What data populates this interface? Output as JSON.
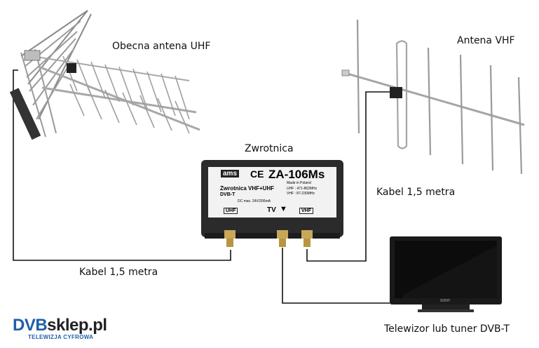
{
  "labels": {
    "uhf_antenna": "Obecna antena UHF",
    "vhf_antenna": "Antena VHF",
    "diplexer": "Zwrotnica",
    "cable_left": "Kabel 1,5 metra",
    "cable_right": "Kabel 1,5 metra",
    "tv": "Telewizor lub tuner DVB-T"
  },
  "diplexer_box": {
    "brand": "ams",
    "ce": "CE",
    "model": "ZA-106Ms",
    "made_in": "Made in Poland",
    "title": "Zwrotnica VHF+UHF",
    "uhf_range": "UHF : 471-862MHz",
    "vhf_range": "VHF : 87-230MHz",
    "subtitle": "DVB-T",
    "dc_note": "DC max. 24V/200mA",
    "port_uhf": "UHF",
    "port_tv": "TV",
    "port_vhf": "VHF"
  },
  "tv_brand": "SONY",
  "logo": {
    "main_part1": "DVB",
    "main_part2": "sklep.pl",
    "tagline": "TELEWIZJA CYFROWA"
  },
  "colors": {
    "cable": "#111111",
    "antenna_metal": "#9a9a9a",
    "box_body": "#2b2b2b",
    "plate": "#f2f2f2",
    "logo_blue": "#1f5fa8"
  }
}
